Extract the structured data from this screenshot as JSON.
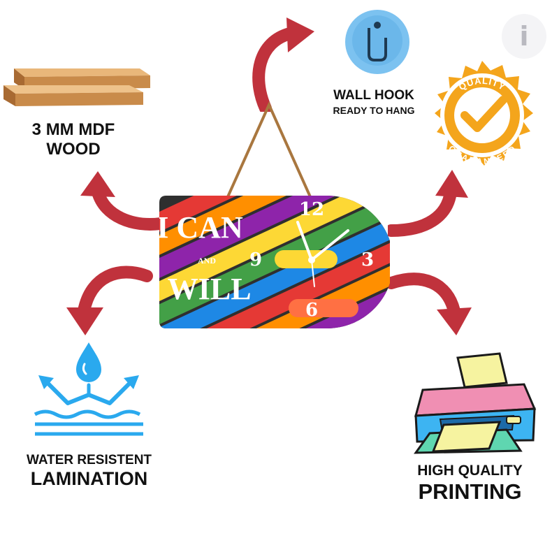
{
  "product": {
    "top_text": "I CAN",
    "middle_text": "AND",
    "bottom_text": "I WILL",
    "clock_numbers": {
      "twelve": "12",
      "three": "3",
      "six": "6",
      "nine": "9"
    }
  },
  "features": {
    "wood": {
      "line1": "3 MM MDF",
      "line2": "WOOD",
      "icon": "wood-planks-icon"
    },
    "hook": {
      "line1": "WALL HOOK",
      "line2": "READY TO HANG",
      "icon": "wall-hook-icon"
    },
    "quality": {
      "text_top": "QUALITY",
      "text_bottom": "GUARANTEED",
      "icon": "quality-seal-icon"
    },
    "water": {
      "line1": "WATER RESISTENT",
      "line2": "LAMINATION",
      "icon": "water-resistant-icon"
    },
    "printing": {
      "line1": "HIGH QUALITY",
      "line2": "PRINTING",
      "icon": "printer-icon"
    }
  },
  "brand": {
    "logo_text": "i"
  },
  "colors": {
    "arrow": "#c0323c",
    "accent_blue": "#2aa9ee",
    "seal_gold": "#f4a51c",
    "sign_bg": "#2f2f2f"
  }
}
